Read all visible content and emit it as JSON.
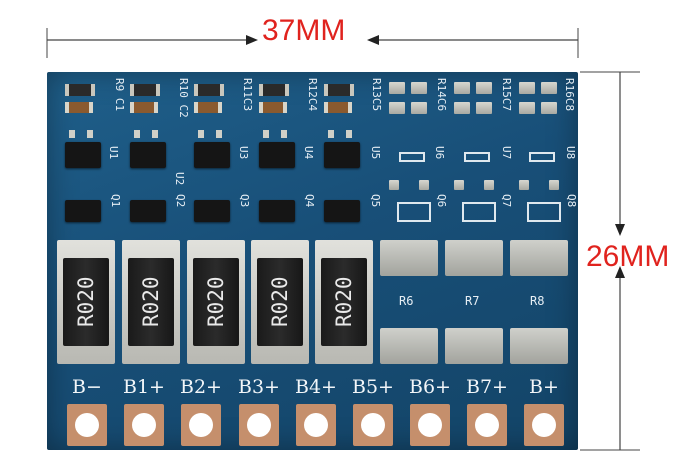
{
  "dimensions": {
    "width_label": "37MM",
    "height_label": "26MM"
  },
  "board": {
    "top_refs": [
      "R9 C1",
      "R10 C2",
      "R11C3",
      "R12C4",
      "R13C5",
      "R14C6",
      "R15C7",
      "R16C8"
    ],
    "ic_refs": [
      "U1",
      "U2",
      "U3",
      "U4",
      "U5",
      "U6",
      "U7",
      "U8"
    ],
    "q_refs": [
      "Q1",
      "Q2",
      "Q3",
      "Q4",
      "Q5",
      "Q6",
      "Q7",
      "Q8"
    ],
    "resistor_marking": "R020",
    "shunt_count": 5,
    "empty_resistor_refs": [
      "R6",
      "R7",
      "R8"
    ],
    "terminals": [
      "B−",
      "B1+",
      "B2+",
      "B3+",
      "B4+",
      "B5+",
      "B6+",
      "B7+",
      "B+"
    ],
    "colors": {
      "pcb": "#184f78",
      "silkscreen": "#e8f0f6",
      "dimension": "#e0231e",
      "copper": "#c58f6c"
    }
  }
}
